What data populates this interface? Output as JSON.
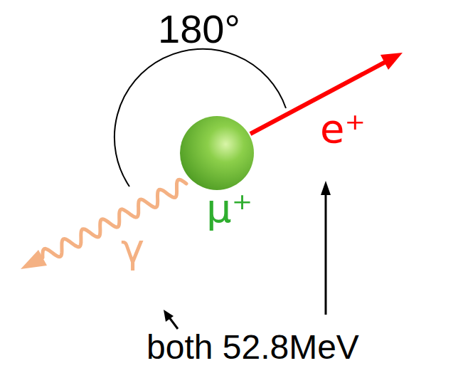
{
  "diagram": {
    "labels": [
      "180°",
      "e⁺",
      "μ⁺",
      "γ",
      "both 52.8MeV"
    ]
  }
}
